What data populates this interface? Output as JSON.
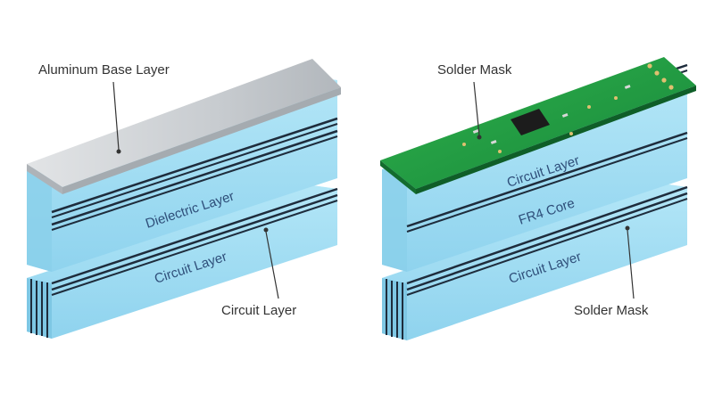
{
  "left_stack": {
    "callouts": {
      "aluminum_base_layer": "Aluminum Base Layer",
      "circuit_layer": "Circuit Layer"
    },
    "layer_labels": {
      "dielectric_layer": "Dielectric Layer",
      "circuit_layer": "Circuit Layer"
    }
  },
  "right_stack": {
    "callouts": {
      "solder_mask_top": "Solder Mask",
      "solder_mask_bottom": "Solder Mask"
    },
    "layer_labels": {
      "circuit_layer": "Circuit Layer",
      "fr4_core": "FR4 Core",
      "circuit_layer_bottom": "Circuit Layer"
    }
  },
  "colors": {
    "layer_front": "#9fdcf2",
    "layer_top": "#c9eefa",
    "layer_dark_line": "#1e2c3c",
    "aluminum_top": "#cfd3d6",
    "aluminum_front": "#b9bec2",
    "pcb_green": "#1f9a3c",
    "leader_line": "#333333"
  }
}
